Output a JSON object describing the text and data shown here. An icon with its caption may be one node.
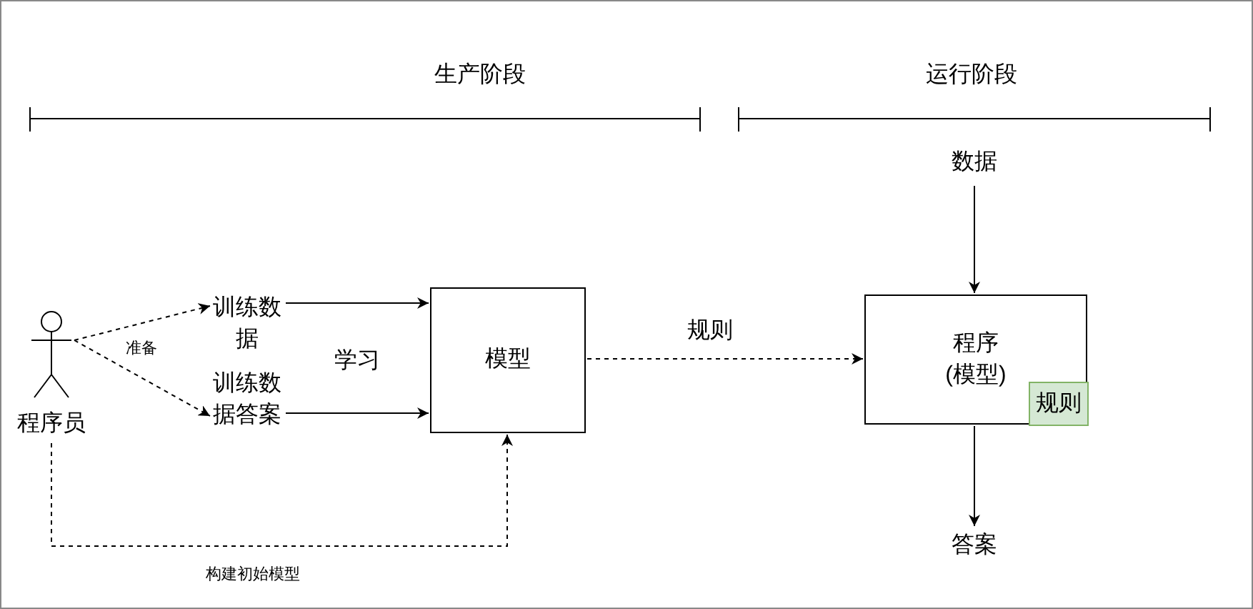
{
  "diagram": {
    "nodes": [
      {
        "text": [
          "程序员"
        ]
      },
      {
        "text": [
          "训练数据"
        ]
      },
      {
        "text": [
          "训练数据答案"
        ]
      },
      {
        "text": [
          "模型"
        ]
      },
      {
        "text": [
          "数据"
        ]
      },
      {
        "text": [
          "程序(模型)"
        ]
      },
      {
        "text": [
          "规则"
        ],
        "in": 5
      },
      {
        "text": [
          "答案"
        ]
      }
    ],
    "edges": [
      {
        "from": 0,
        "to": 1,
        "arrow": "to",
        "style": "dashed",
        "label": "准备"
      },
      {
        "from": 0,
        "to": 2,
        "arrow": "to",
        "style": "dashed"
      },
      {
        "from": 1,
        "to": 3,
        "arrow": "to"
      },
      {
        "from": 2,
        "to": 3,
        "arrow": "to"
      },
      {
        "from": 0,
        "to": 3,
        "arrow": "to",
        "style": "dashed",
        "label": "构建初始模型"
      },
      {
        "from": 3,
        "to": 5,
        "arrow": "to",
        "style": "dashed",
        "label": "规则"
      },
      {
        "from": 4,
        "to": 5,
        "arrow": "to"
      },
      {
        "from": 5,
        "to": 7,
        "arrow": "to"
      }
    ],
    "labels": [
      "生产阶段",
      "运行阶段",
      "学习"
    ]
  }
}
